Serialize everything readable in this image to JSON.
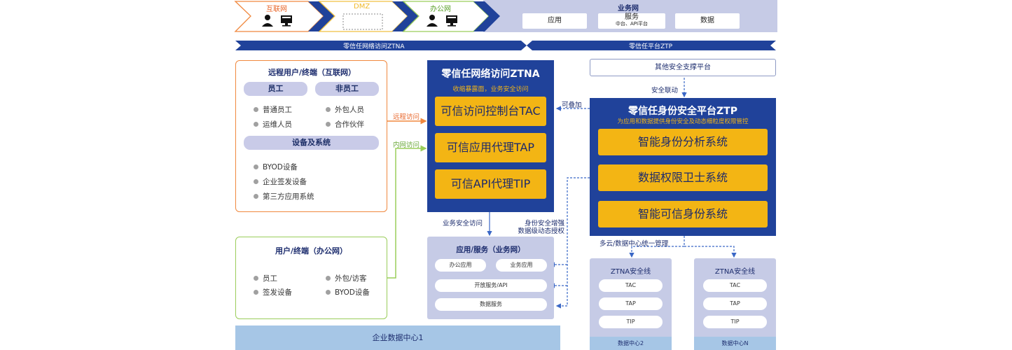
{
  "banner": {
    "internet": "互联网",
    "dmz": "DMZ",
    "office": "办公网",
    "business": "业务网",
    "app": "应用",
    "service": "服务",
    "service_sub": "中台、API平台",
    "data": "数据"
  },
  "arrows": {
    "ztna": "零信任网络访问ZTNA",
    "ztp": "零信任平台ZTP"
  },
  "remote": {
    "title": "远程用户/终端（互联网）",
    "tag_staff": "员工",
    "tag_nonstaff": "非员工",
    "items": [
      "普通员工",
      "外包人员",
      "运维人员",
      "合作伙伴"
    ],
    "devices_title": "设备及系统",
    "devices": [
      "BYOD设备",
      "企业签发设备",
      "第三方应用系统"
    ]
  },
  "office_users": {
    "title": "用户/终端（办公网）",
    "items": [
      "员工",
      "外包/访客",
      "签发设备",
      "BYOD设备"
    ]
  },
  "ztna": {
    "title": "零信任网络访问ZTNA",
    "subtitle": "收缩暴露面，业务安全访问",
    "modules": [
      "可信访问控制台TAC",
      "可信应用代理TAP",
      "可信API代理TIP"
    ]
  },
  "ztp": {
    "title": "零信任身份安全平台ZTP",
    "subtitle": "为应用和数据提供身份安全及动态细粒度权限管控",
    "modules": [
      "智能身份分析系统",
      "数据权限卫士系统",
      "智能可信身份系统"
    ]
  },
  "other_platform": "其他安全支撑平台",
  "links": {
    "remote_access": "远程访问",
    "intranet_access": "内网访问",
    "overlay": "可叠加",
    "security_link": "安全联动",
    "biz_access": "业务安全访问",
    "identity_enhance": "身份安全增强",
    "data_auth": "数据级动态授权",
    "multi_cloud": "多云/数据中心统一管理"
  },
  "apps": {
    "title": "应用/服务（业务网）",
    "items": [
      "办公应用",
      "业务应用",
      "开放服务/API",
      "数据服务"
    ]
  },
  "dc1": "企业数据中心1",
  "lines": [
    {
      "title": "ZTNA安全线",
      "items": [
        "TAC",
        "TAP",
        "TIP"
      ],
      "footer": "数据中心2"
    },
    {
      "title": "ZTNA安全线",
      "items": [
        "TAC",
        "TAP",
        "TIP"
      ],
      "footer": "数据中心N"
    }
  ]
}
